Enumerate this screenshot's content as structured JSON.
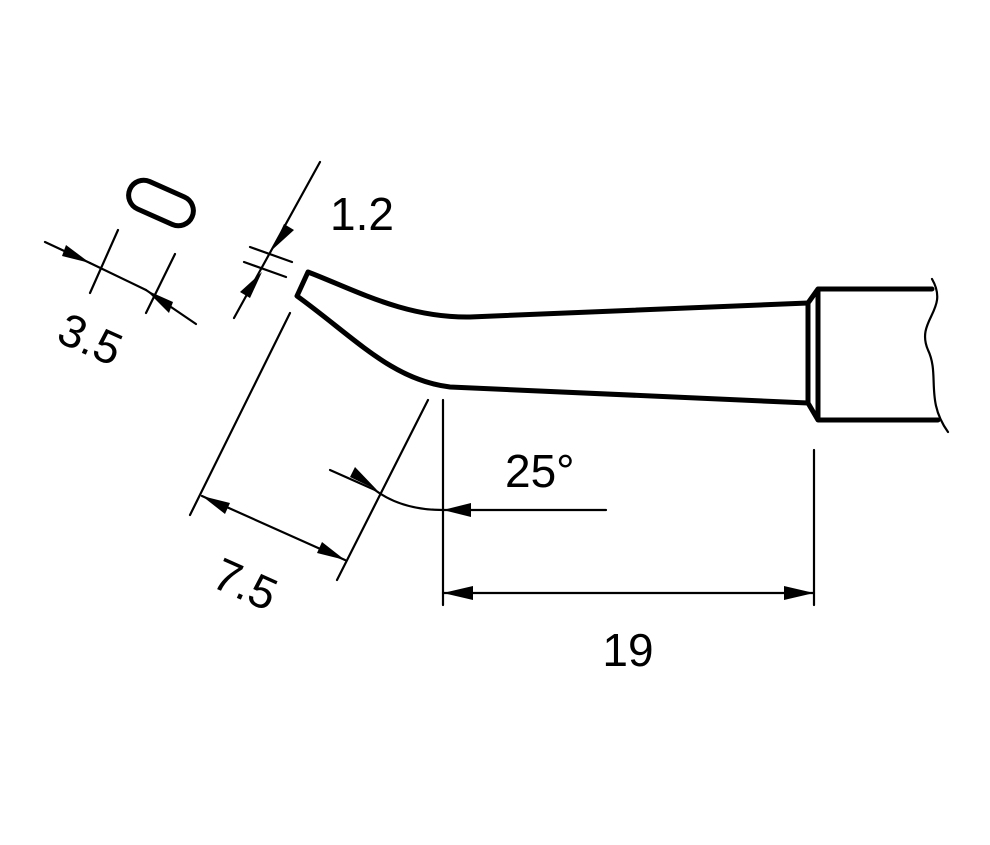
{
  "dimensions": {
    "tip_thickness": "1.2",
    "tip_width": "3.5",
    "bend_length": "7.5",
    "bend_angle": "25°",
    "shaft_length": "19"
  }
}
